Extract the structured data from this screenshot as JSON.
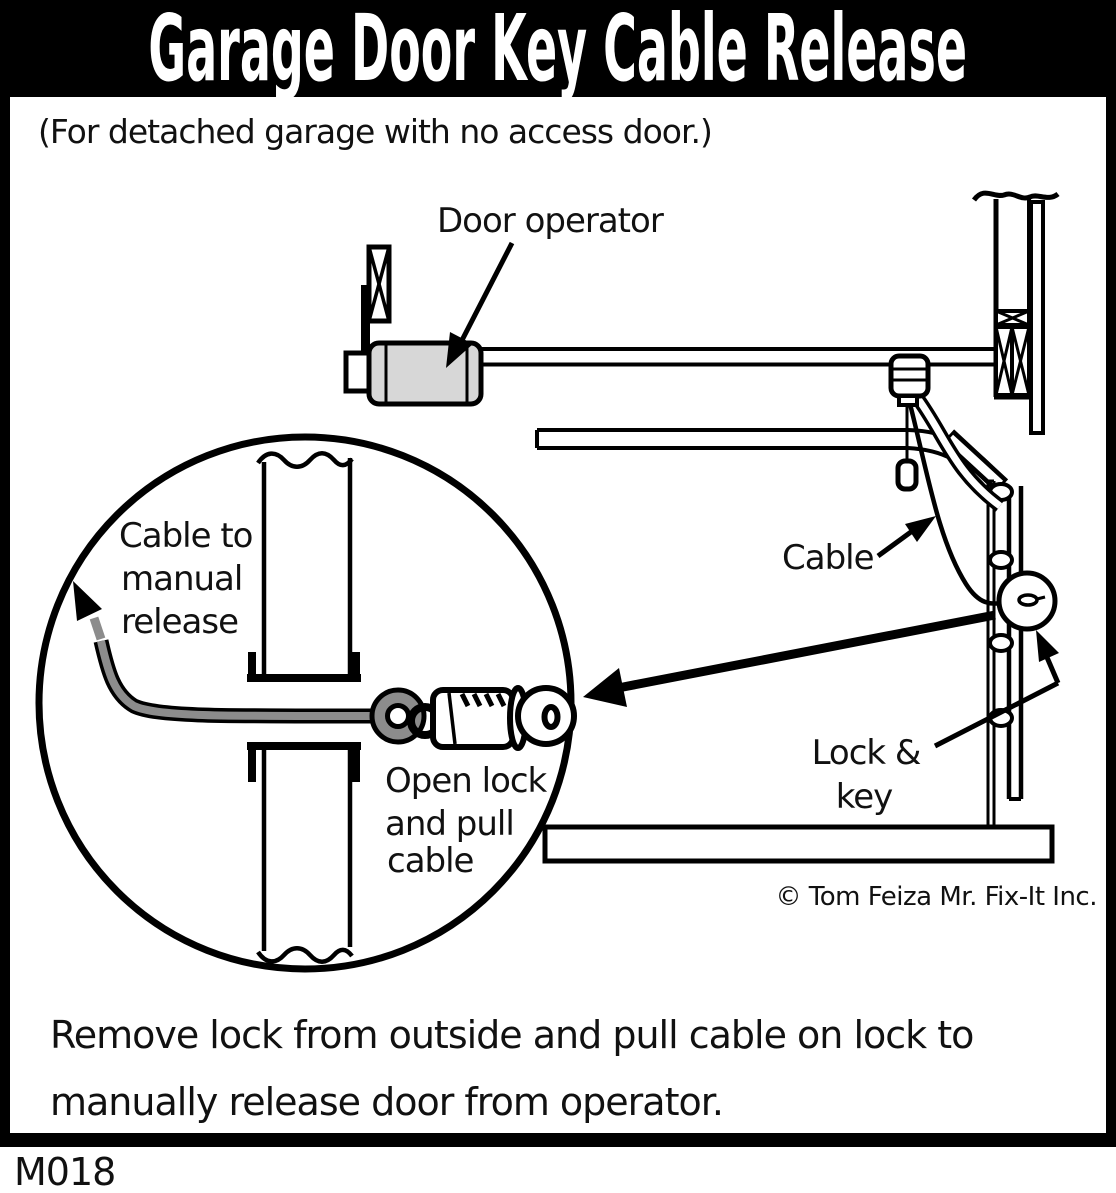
{
  "title": "Garage Door Key Cable Release",
  "subtitle": "(For detached garage with no access door.)",
  "diagram": {
    "labels": {
      "door_operator": "Door operator",
      "cable": "Cable",
      "lock_key_line1": "Lock &",
      "lock_key_line2": "key"
    },
    "inset": {
      "cable_release_line1": "Cable to",
      "cable_release_line2": "manual",
      "cable_release_line3": "release",
      "open_lock_line1": "Open lock",
      "open_lock_line2": "and pull",
      "open_lock_line3": "cable"
    },
    "copyright": "© Tom Feiza Mr. Fix-It Inc."
  },
  "instruction_line1": "Remove lock from outside and pull cable on lock to",
  "instruction_line2": "manually release door from operator.",
  "figure_code": "M018",
  "colors": {
    "banner": "#000000",
    "ink": "#111111",
    "operator_gray": "#d7d7d7",
    "cable_gray": "#8c8c8c"
  }
}
